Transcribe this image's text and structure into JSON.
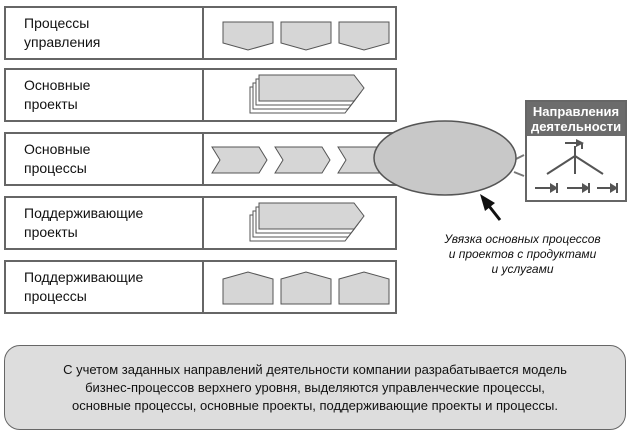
{
  "rows": [
    {
      "label": "Процессы\nуправления",
      "shape": "pentagon-down"
    },
    {
      "label": "Основные\nпроекты",
      "shape": "stacked-arrow"
    },
    {
      "label": "Основные\nпроцессы",
      "shape": "chevron"
    },
    {
      "label": "Поддерживающие\nпроекты",
      "shape": "stacked-arrow"
    },
    {
      "label": "Поддерживающие\nпроцессы",
      "shape": "pentagon-up"
    }
  ],
  "legend": {
    "title": "Направления\nдеятельности"
  },
  "caption": "Увязка основных процессов\nи проектов с продуктами\nи услугами",
  "summary": "С учетом заданных направлений деятельности компании разрабатывается модель\nбизнес-процессов верхнего уровня, выделяются управленческие процессы,\nосновные процессы, основные проекты, поддерживающие проекты и процессы.",
  "colors": {
    "fill": "#d6d6d6",
    "stroke": "#555555",
    "header": "#6c6c6c",
    "summary_bg": "#dddddd"
  }
}
